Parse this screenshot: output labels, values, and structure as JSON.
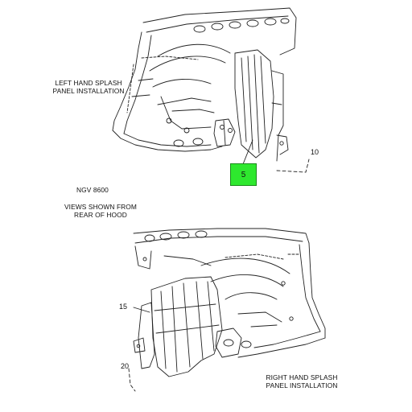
{
  "left_panel": {
    "caption_line1": "LEFT HAND SPLASH",
    "caption_line2": "PANEL INSTALLATION"
  },
  "right_panel": {
    "caption_line1": "RIGHT HAND SPLASH",
    "caption_line2": "PANEL INSTALLATION"
  },
  "model_label": "NGV 8600",
  "views_note_line1": "VIEWS SHOWN FROM",
  "views_note_line2": "REAR OF HOOD",
  "callouts": {
    "highlighted": "5",
    "c10": "10",
    "c15": "15",
    "c20": "20"
  },
  "colors": {
    "highlight": "#2ee82e",
    "line": "#222222"
  }
}
